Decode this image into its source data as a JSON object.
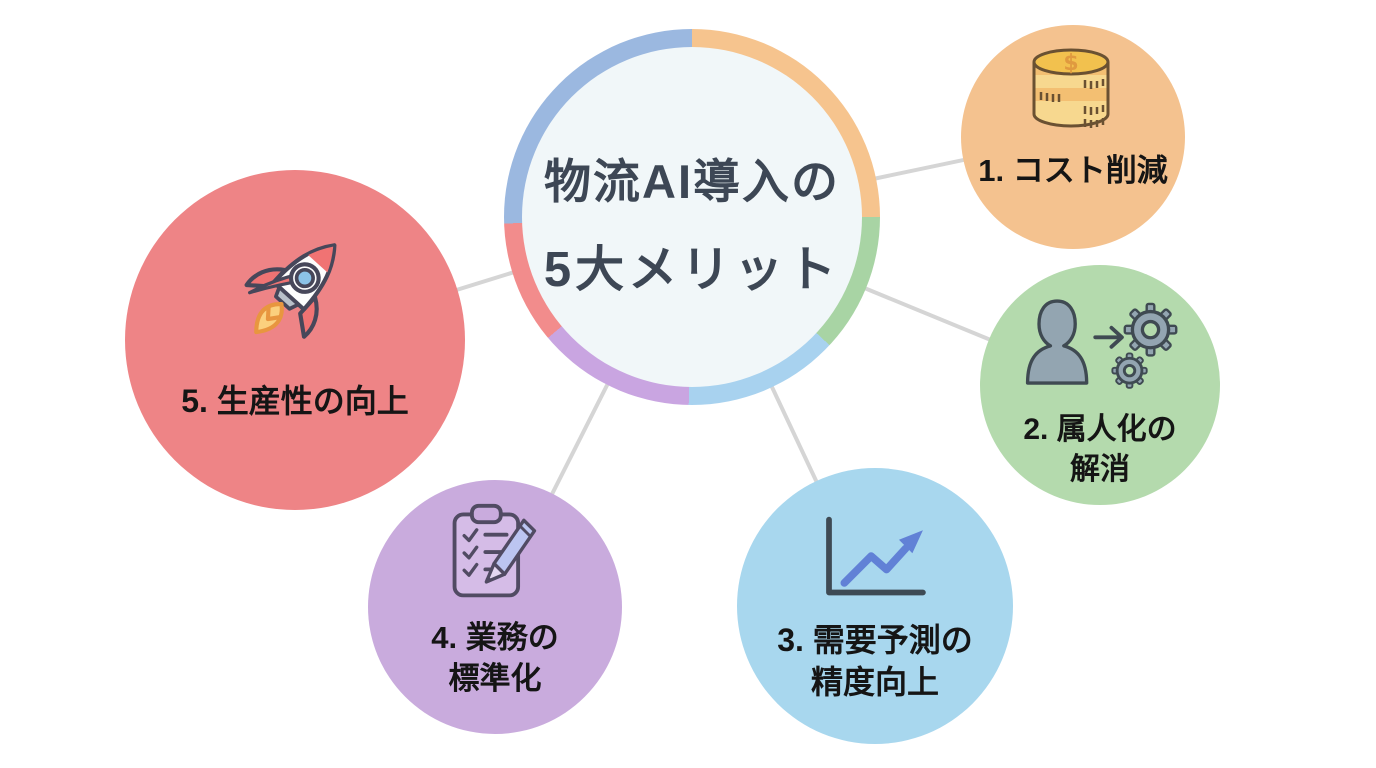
{
  "hub": {
    "title_line1": "物流AI導入の",
    "title_line2": "5大メリット",
    "inner_fill": "#F1F7F9",
    "title_color": "#3D4755"
  },
  "hub_ring_segments": [
    {
      "name": "orange",
      "color": "#F6C48E",
      "from": 0,
      "to": 90
    },
    {
      "name": "green",
      "color": "#A8D4A4",
      "from": 90,
      "to": 133
    },
    {
      "name": "light-blue",
      "color": "#A8D2EF",
      "from": 133,
      "to": 181
    },
    {
      "name": "purple",
      "color": "#C9A5E1",
      "from": 181,
      "to": 230
    },
    {
      "name": "red",
      "color": "#F28C8C",
      "from": 230,
      "to": 268
    },
    {
      "name": "steel-blue",
      "color": "#9BB8E0",
      "from": 268,
      "to": 360
    }
  ],
  "benefits": [
    {
      "label": "1. コスト削減",
      "icon": "coins-icon",
      "circle_color": "#F4C28F"
    },
    {
      "label": "2. 属人化の\n解消",
      "icon": "person-to-gears-icon",
      "circle_color": "#B4DAAD"
    },
    {
      "label": "3. 需要予測の\n精度向上",
      "icon": "growth-chart-icon",
      "circle_color": "#A8D7EE"
    },
    {
      "label": "4. 業務の\n標準化",
      "icon": "clipboard-checklist-icon",
      "circle_color": "#C9ABDD"
    },
    {
      "label": "5. 生産性の向上",
      "icon": "rocket-icon",
      "circle_color": "#EE8486"
    }
  ],
  "colors": {
    "background": "#FFFFFF",
    "connector": "#D5D5D5",
    "label_text": "#151515"
  }
}
